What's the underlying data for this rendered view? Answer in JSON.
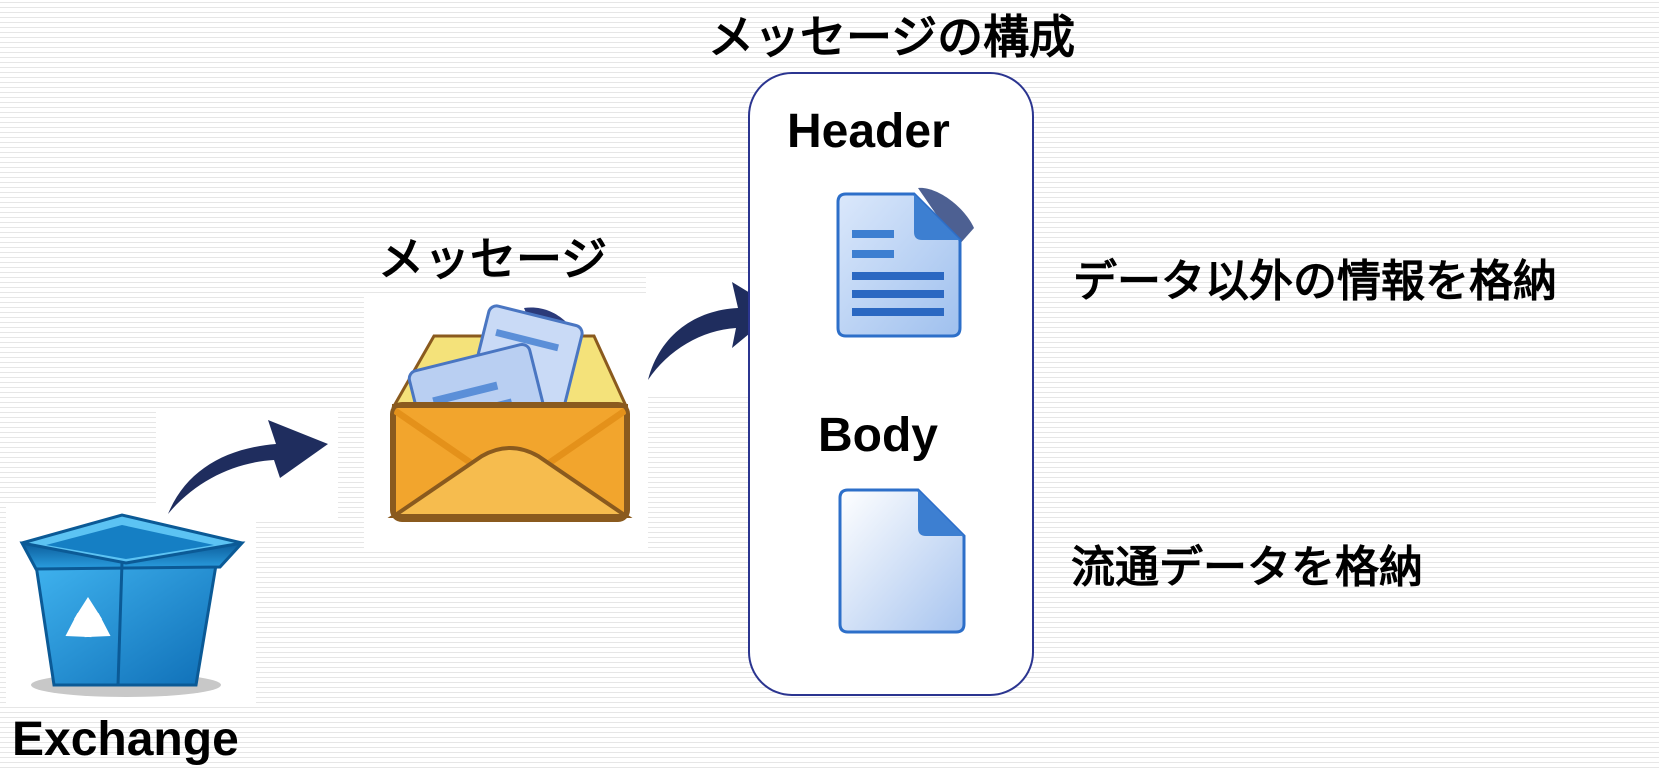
{
  "diagram": {
    "title": "メッセージの構成",
    "message_label": "メッセージ",
    "exchange_label": "Exchange",
    "header_label": "Header",
    "body_label": "Body",
    "header_description": "データ以外の情報を格納",
    "body_description": "流通データを格納"
  },
  "icons": {
    "exchange": "recycle-bin-icon",
    "message": "open-envelope-icon",
    "header": "text-document-icon",
    "body": "blank-document-icon",
    "arrows": "curved-arrow-icon"
  },
  "colors": {
    "box_border": "#2b3590",
    "arrow": "#1f2d5e",
    "bin_blue": "#1a8fd6",
    "envelope_orange": "#f2a52d",
    "document_blue": "#3d7fd1"
  }
}
